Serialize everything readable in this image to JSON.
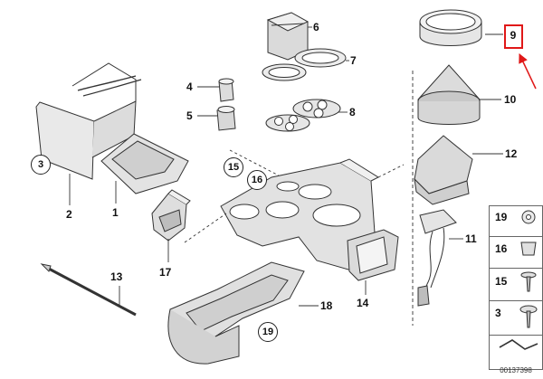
{
  "labels": {
    "l1": "1",
    "l2": "2",
    "l3": "3",
    "l4": "4",
    "l5": "5",
    "l6": "6",
    "l7": "7",
    "l8": "8",
    "l9": "9",
    "l10": "10",
    "l11": "11",
    "l12": "12",
    "l13": "13",
    "l14": "14",
    "l15": "15",
    "l16": "16",
    "l17": "17",
    "l18": "18",
    "l19": "19"
  },
  "legend": {
    "i19": "19",
    "i16": "16",
    "i15": "15",
    "i3": "3"
  },
  "catalog_number": "00137398",
  "colors": {
    "highlight": "#e01818",
    "line": "#333333",
    "part_fill": "#e4e4e4"
  }
}
